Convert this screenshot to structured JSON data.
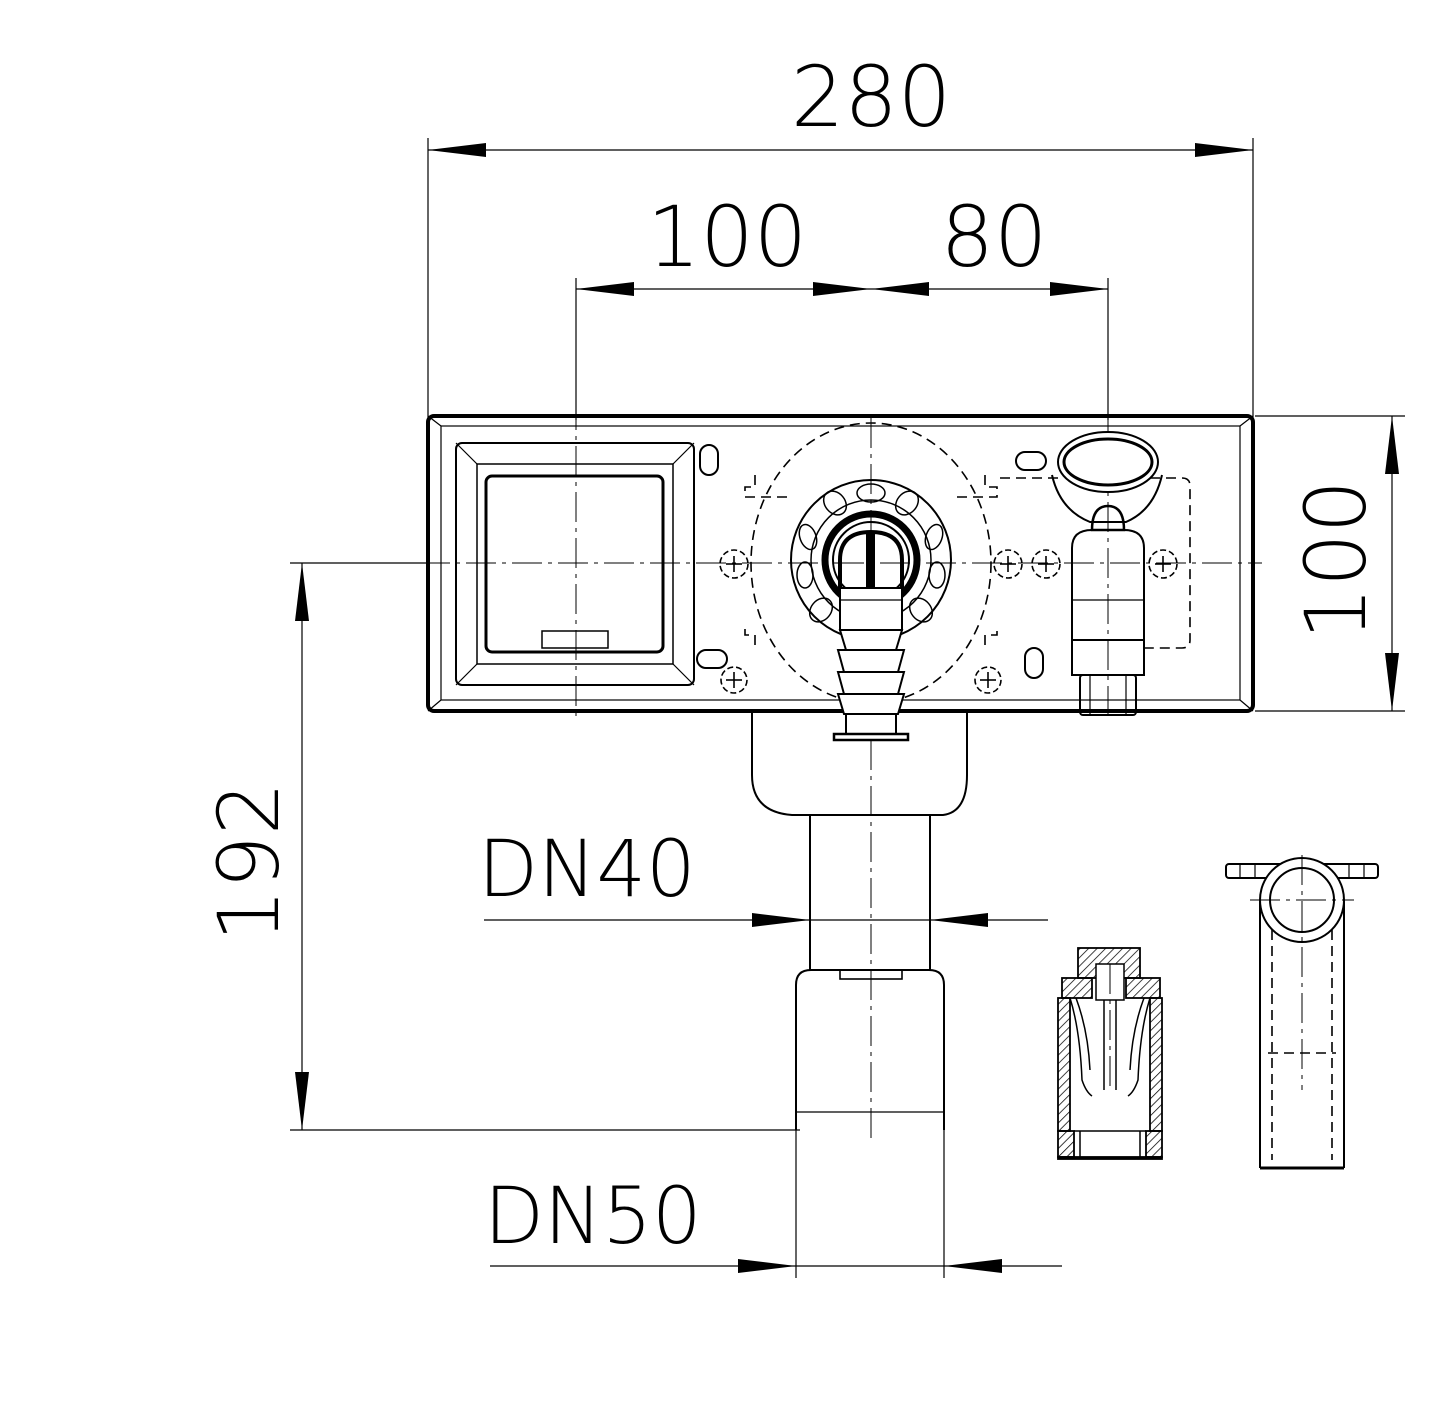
{
  "dimensions": {
    "overall_width": "280",
    "left_offset": "100",
    "right_offset": "80",
    "height_plate": "100",
    "depth": "192",
    "pipe_inner": "DN40",
    "pipe_outer": "DN50"
  },
  "colors": {
    "line": "#000000",
    "background": "#ffffff"
  }
}
